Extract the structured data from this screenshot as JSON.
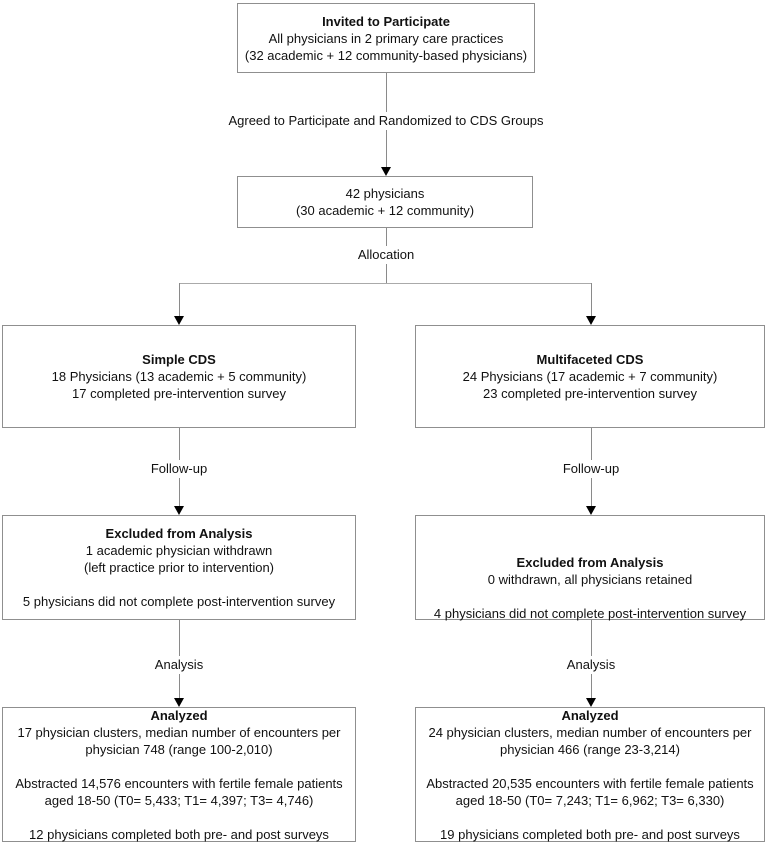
{
  "diagram_title": "CONSORT-style physician flow diagram",
  "colors": {
    "background": "#ffffff",
    "box_border": "#8f8f8f",
    "connector_line": "#8a8a8a",
    "arrowhead": "#000000",
    "text": "#111111"
  },
  "labels": {
    "agreed": "Agreed to Participate and Randomized to CDS Groups",
    "allocation": "Allocation",
    "followup_left": "Follow-up",
    "followup_right": "Follow-up",
    "analysis_left": "Analysis",
    "analysis_right": "Analysis"
  },
  "boxes": {
    "invited": {
      "title": "Invited to Participate",
      "lines": [
        "All physicians in 2 primary care practices",
        "(32 academic + 12 community-based physicians)"
      ]
    },
    "randomized": {
      "lines": [
        "42 physicians",
        "(30 academic + 12 community)"
      ]
    },
    "simple_cds": {
      "title": "Simple CDS",
      "lines": [
        "18 Physicians (13 academic + 5 community)",
        "17 completed pre-intervention survey"
      ]
    },
    "multifaceted_cds": {
      "title": "Multifaceted CDS",
      "lines": [
        "24 Physicians (17 academic + 7 community)",
        "23 completed pre-intervention survey"
      ]
    },
    "excluded_simple": {
      "title": "Excluded from Analysis",
      "lines": [
        "1 academic physician withdrawn",
        "(left practice prior to intervention)",
        "",
        "5 physicians did not complete post-intervention survey"
      ]
    },
    "excluded_multifaceted": {
      "title": "Excluded from Analysis",
      "lines": [
        "0 withdrawn, all physicians retained",
        "",
        "4 physicians did not complete post-intervention survey"
      ]
    },
    "analyzed_simple": {
      "title": "Analyzed",
      "lines": [
        "17 physician clusters, median number of encounters per",
        "physician 748 (range 100-2,010)",
        "",
        "Abstracted 14,576 encounters with fertile female patients",
        "aged 18-50 (T0= 5,433; T1= 4,397; T3= 4,746)",
        "",
        "12 physicians completed both pre- and post surveys"
      ]
    },
    "analyzed_multifaceted": {
      "title": "Analyzed",
      "lines": [
        "24 physician clusters, median number of encounters per",
        "physician 466 (range 23-3,214)",
        "",
        "Abstracted 20,535 encounters with fertile female patients",
        "aged 18-50 (T0= 7,243; T1= 6,962; T3= 6,330)",
        "",
        "19 physicians completed both pre- and post surveys"
      ]
    }
  }
}
